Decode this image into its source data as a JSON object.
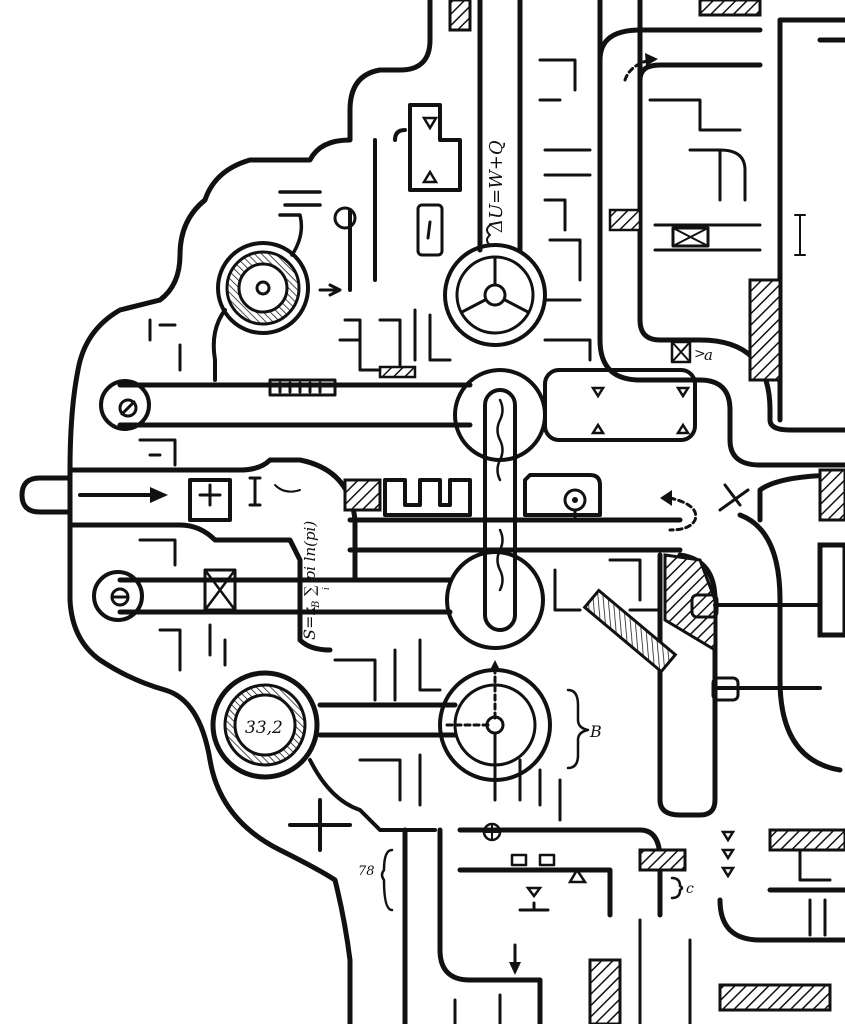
{
  "illustration": {
    "annotations": {
      "equation_energy": "ΔU=W+Q",
      "equation_entropy": "S=k",
      "entropy_sum_term": "∑ pi ln(pi)",
      "entropy_subscript_b": "B",
      "entropy_sum_index": "i",
      "dial_value": "33,2",
      "label_a": "a",
      "label_b": "B",
      "label_c": "c",
      "label_78": "78"
    },
    "palette": {
      "ink": "#111111",
      "paper": "#ffffff"
    },
    "icons": [
      "triangle-marker-icon",
      "circle-cross-icon",
      "boxed-x-icon",
      "dial-icon",
      "valve-icon",
      "arrow-icon",
      "wavy-line-icon"
    ]
  }
}
